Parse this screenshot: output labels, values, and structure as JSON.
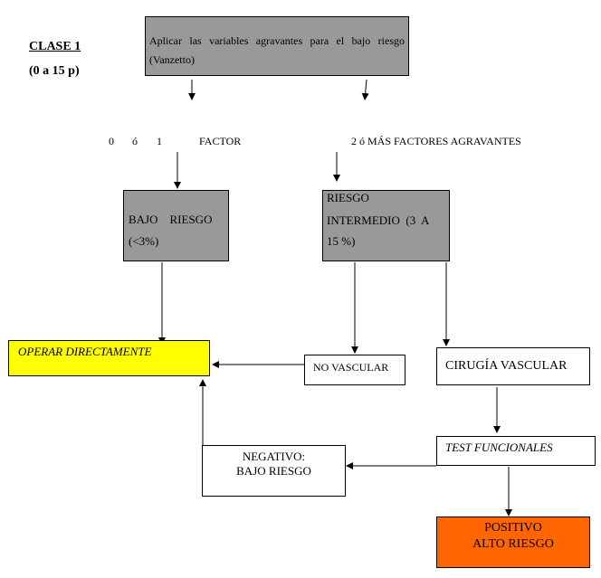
{
  "heading": {
    "class_label": "CLASE 1",
    "points_range": "(0 a 15 p)"
  },
  "top_box": {
    "text": "Aplicar las variables agravantes para el bajo riesgo (Vanzetto)"
  },
  "branches": {
    "left_counts": [
      "0",
      "ó",
      "1"
    ],
    "left_label": "FACTOR",
    "right_label": "2 ó MÁS FACTORES AGRAVANTES"
  },
  "nodes": {
    "low_risk": {
      "line1": "BAJO    RIESGO",
      "line2": "(<3%)"
    },
    "intermediate_risk": {
      "line1": "RIESGO",
      "line2": "INTERMEDIO  (3  A",
      "line3": "15 %)"
    },
    "operate": {
      "text": "OPERAR DIRECTAMENTE"
    },
    "non_vascular": {
      "text": "NO VASCULAR"
    },
    "vascular_surgery": {
      "text": "CIRUGÍA VASCULAR"
    },
    "functional_tests": {
      "text": "TEST FUNCIONALES"
    },
    "negative": {
      "line1": "NEGATIVO:",
      "line2": "BAJO RIESGO"
    },
    "positive": {
      "line1": "POSITIVO",
      "line2": "ALTO RIESGO"
    }
  },
  "colors": {
    "gray_box": "#999999",
    "yellow_box": "#ffff00",
    "orange_box": "#ff6600"
  }
}
